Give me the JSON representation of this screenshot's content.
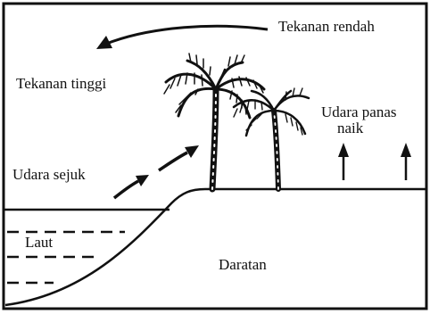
{
  "labels": {
    "low_pressure": "Tekanan rendah",
    "high_pressure": "Tekanan tinggi",
    "warm_air_line1": "Udara panas",
    "warm_air_line2": "naik",
    "cool_air": "Udara sejuk",
    "sea": "Laut",
    "land": "Daratan"
  },
  "colors": {
    "ink": "#111111",
    "background": "#ffffff"
  },
  "icons": [
    "palm-tree-icon",
    "arrow-up-icon",
    "curved-arrow-icon"
  ]
}
